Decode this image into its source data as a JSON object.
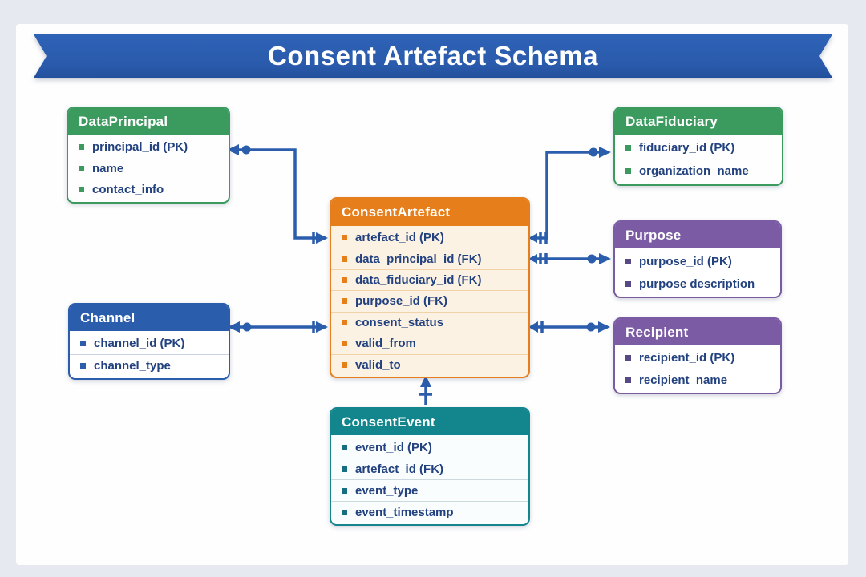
{
  "title": "Consent Artefact Schema",
  "colors": {
    "banner_blue": "#2b5dad",
    "green": "#3b9a5e",
    "blue": "#2b5dad",
    "orange": "#e67e1b",
    "purple": "#7b5ba3",
    "teal": "#13858c",
    "field_text": "#22417f",
    "connector": "#2b5dad",
    "page_margin": "#e7e9f0",
    "canvas": "#fefefe"
  },
  "entities": {
    "data_principal": {
      "title": "DataPrincipal",
      "rows": [
        "principal_id (PK)",
        "name",
        "contact_info"
      ]
    },
    "data_fiduciary": {
      "title": "DataFiduciary",
      "rows": [
        "fiduciary_id (PK)",
        "organization_name"
      ]
    },
    "consent_artefact": {
      "title": "ConsentArtefact",
      "rows": [
        "artefact_id (PK)",
        "data_principal_id (FK)",
        "data_fiduciary_id (FK)",
        "purpose_id (FK)",
        "consent_status",
        "valid_from",
        "valid_to"
      ]
    },
    "purpose": {
      "title": "Purpose",
      "rows": [
        "purpose_id (PK)",
        "purpose description"
      ]
    },
    "channel": {
      "title": "Channel",
      "rows": [
        "channel_id (PK)",
        "channel_type"
      ]
    },
    "recipient": {
      "title": "Recipient",
      "rows": [
        "recipient_id (PK)",
        "recipient_name"
      ]
    },
    "consent_event": {
      "title": "ConsentEvent",
      "rows": [
        "event_id (PK)",
        "artefact_id (FK)",
        "event_type",
        "event_timestamp"
      ]
    }
  },
  "relationships": [
    {
      "from": "ConsentArtefact",
      "to": "DataPrincipal"
    },
    {
      "from": "ConsentArtefact",
      "to": "DataFiduciary"
    },
    {
      "from": "ConsentArtefact",
      "to": "Purpose"
    },
    {
      "from": "ConsentArtefact",
      "to": "Recipient"
    },
    {
      "from": "ConsentArtefact",
      "to": "Channel"
    },
    {
      "from": "ConsentEvent",
      "to": "ConsentArtefact"
    }
  ]
}
